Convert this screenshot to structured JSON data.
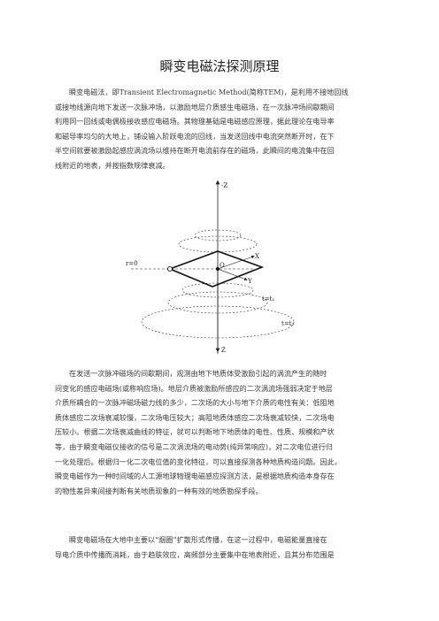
{
  "document": {
    "title": "瞬变电磁法探测原理",
    "para1": [
      "瞬变电磁法，即Transient Electromagnetic Method(简称TEM)，是利用不接地回线",
      "或接地线源向地下发送一次脉冲场，以激励地层介质感生电磁场，在一次脉冲场间歇期间",
      "利用同一回线或电偶极接收感应电磁场。其物理基础是电磁感应原理，据此理论在电导率",
      "和磁导率均匀的大地上，铺设输入阶跃电流的回线，当发送回线中电流突然断开时，在下",
      "半空间就要被激励起感应涡流场以维持在断开电流前存在的磁场，此瞬间的电流集中在回",
      "线附近的地表，并按指数规律衰减。"
    ],
    "figure": {
      "label_neg_z": "-Z",
      "label_z": "Z",
      "label_r0": "r=0",
      "label_t1": "t=t₁",
      "label_t2": "t=t₂",
      "label_o": "O",
      "label_x": "X",
      "label_y": "Y"
    },
    "para2": [
      "在发送一次脉冲磁场的间歇期间，观测由地下地质体受激励引起的涡流产生的随时",
      "间变化的感应电磁场(或称响应场)。地层介质被激励所感应的二次涡流场强弱决定于地层",
      "介质所耦合的一次脉冲磁场磁力线的多少，二次场的大小与地下介质的电性有关：低阻地",
      "质体感应二次场衰减较慢，二次场电压较大；高阻地质体感应二次场衰减较快，二次场电",
      "压较小。根据二次场衰减曲线的特征，就可以判断地下地质体的电性、性质、规模和产状",
      "等，由于瞬变电磁仪接收的信号是二次涡流场的电动势(纯异常响应)，对二次电位进行归",
      "一化处理后。根据归一化二次电位值的变化特征，可以直接探测各种地质构造问题。因此，",
      "瞬变电磁作为一种时间域的人工源地球物理电磁感应探测方法，是根据地质构造本身存在",
      "的物性差异来间接判断有关地质现象的一种有效的地质勘探手段。"
    ],
    "para3": [
      "瞬变电磁场在大地中主要以“烟圈”扩散形式传播，在这一过程中，电磁能量直接在",
      "导电介质中传播而消耗，由于趋肤效应，高频部分主要集中在地表附近，且其分布范围是"
    ]
  }
}
